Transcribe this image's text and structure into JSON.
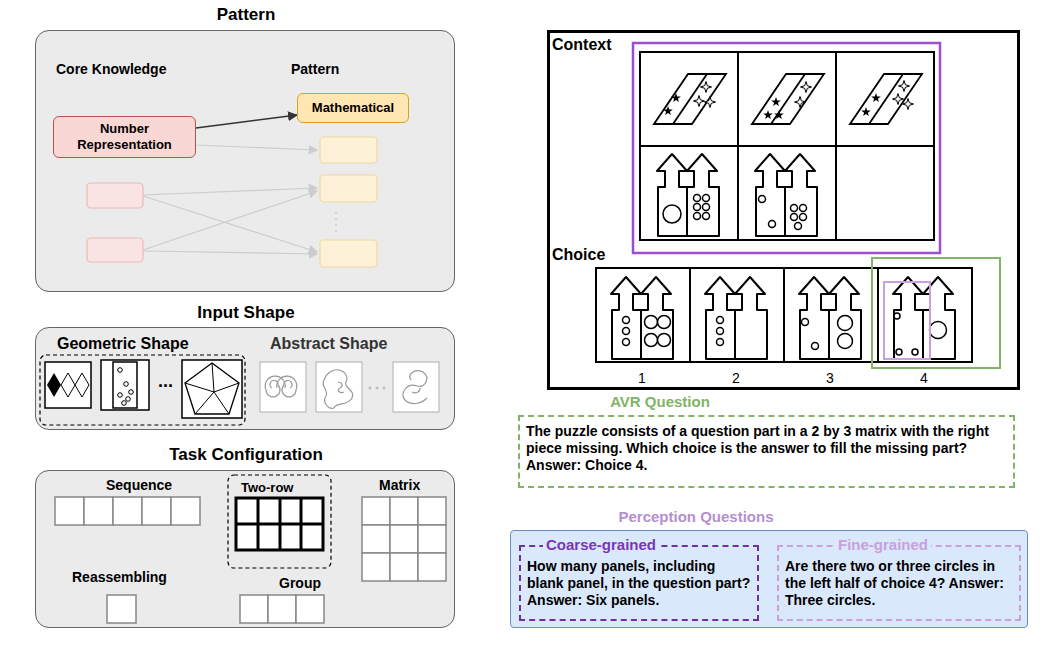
{
  "diagram": {
    "nodes": [
      {
        "text": [
          "Pattern",
          "Core Knowledge",
          "Pattern"
        ]
      },
      {
        "text": [
          "Number Representation"
        ],
        "in": 0
      },
      {
        "text": [
          "Mathematical"
        ],
        "in": 0
      },
      {
        "text": [
          "Input Shape",
          "Geometric Shape",
          "Abstract Shape"
        ]
      },
      {
        "text": [
          "Task Configuration",
          "Sequence",
          "Two-row",
          "Matrix",
          "Reassembling",
          "Group"
        ]
      },
      {
        "text": [
          "Context",
          "Choice"
        ]
      },
      {
        "text": [
          "AVR Question",
          "The puzzle consists of a question part in a 2 by 3 matrix with the right piece missing. Which choice is the answer to fill the missing part? Answer: Choice 4."
        ]
      },
      {
        "text": [
          "Perception Questions"
        ]
      },
      {
        "text": [
          "Coarse-grained",
          "How many panels, including blank panel, in the question part? Answer: Six panels."
        ],
        "in": 7
      },
      {
        "text": [
          "Fine-grained",
          "Are there two or three circles in the left half of choice 4? Answer: Three circles."
        ],
        "in": 7
      }
    ],
    "edges": [
      {
        "from": 1,
        "to": 2,
        "arrow": "to"
      }
    ],
    "labels": [
      "...",
      "1",
      "2",
      "3",
      "4"
    ]
  }
}
